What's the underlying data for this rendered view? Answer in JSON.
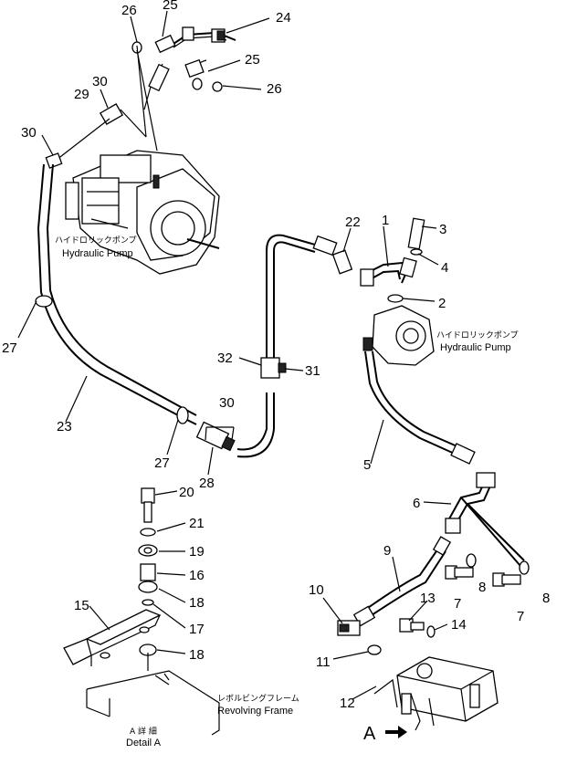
{
  "callouts": {
    "n1": "1",
    "n2": "2",
    "n3": "3",
    "n4": "4",
    "n5": "5",
    "n6": "6",
    "n7a": "7",
    "n7b": "7",
    "n8a": "8",
    "n8b": "8",
    "n9": "9",
    "n10": "10",
    "n11": "11",
    "n12": "12",
    "n13": "13",
    "n14": "14",
    "n15": "15",
    "n16": "16",
    "n17": "17",
    "n18a": "18",
    "n18b": "18",
    "n19": "19",
    "n20": "20",
    "n21": "21",
    "n22": "22",
    "n23": "23",
    "n24": "24",
    "n25a": "25",
    "n25b": "25",
    "n26a": "26",
    "n26b": "26",
    "n27a": "27",
    "n27b": "27",
    "n28": "28",
    "n29": "29",
    "n30a": "30",
    "n30b": "30",
    "n30c": "30",
    "n31": "31",
    "n32": "32"
  },
  "labels": {
    "pump_left_jp": "ハイドロリックポンプ",
    "pump_left_en": "Hydraulic Pump",
    "pump_right_jp": "ハイドロリックポンプ",
    "pump_right_en": "Hydraulic Pump",
    "frame_jp": "レボルビングフレーム",
    "frame_en": "Revolving Frame",
    "detail_jp": "A 詳 細",
    "detail_en": "Detail A",
    "view_letter": "A"
  }
}
